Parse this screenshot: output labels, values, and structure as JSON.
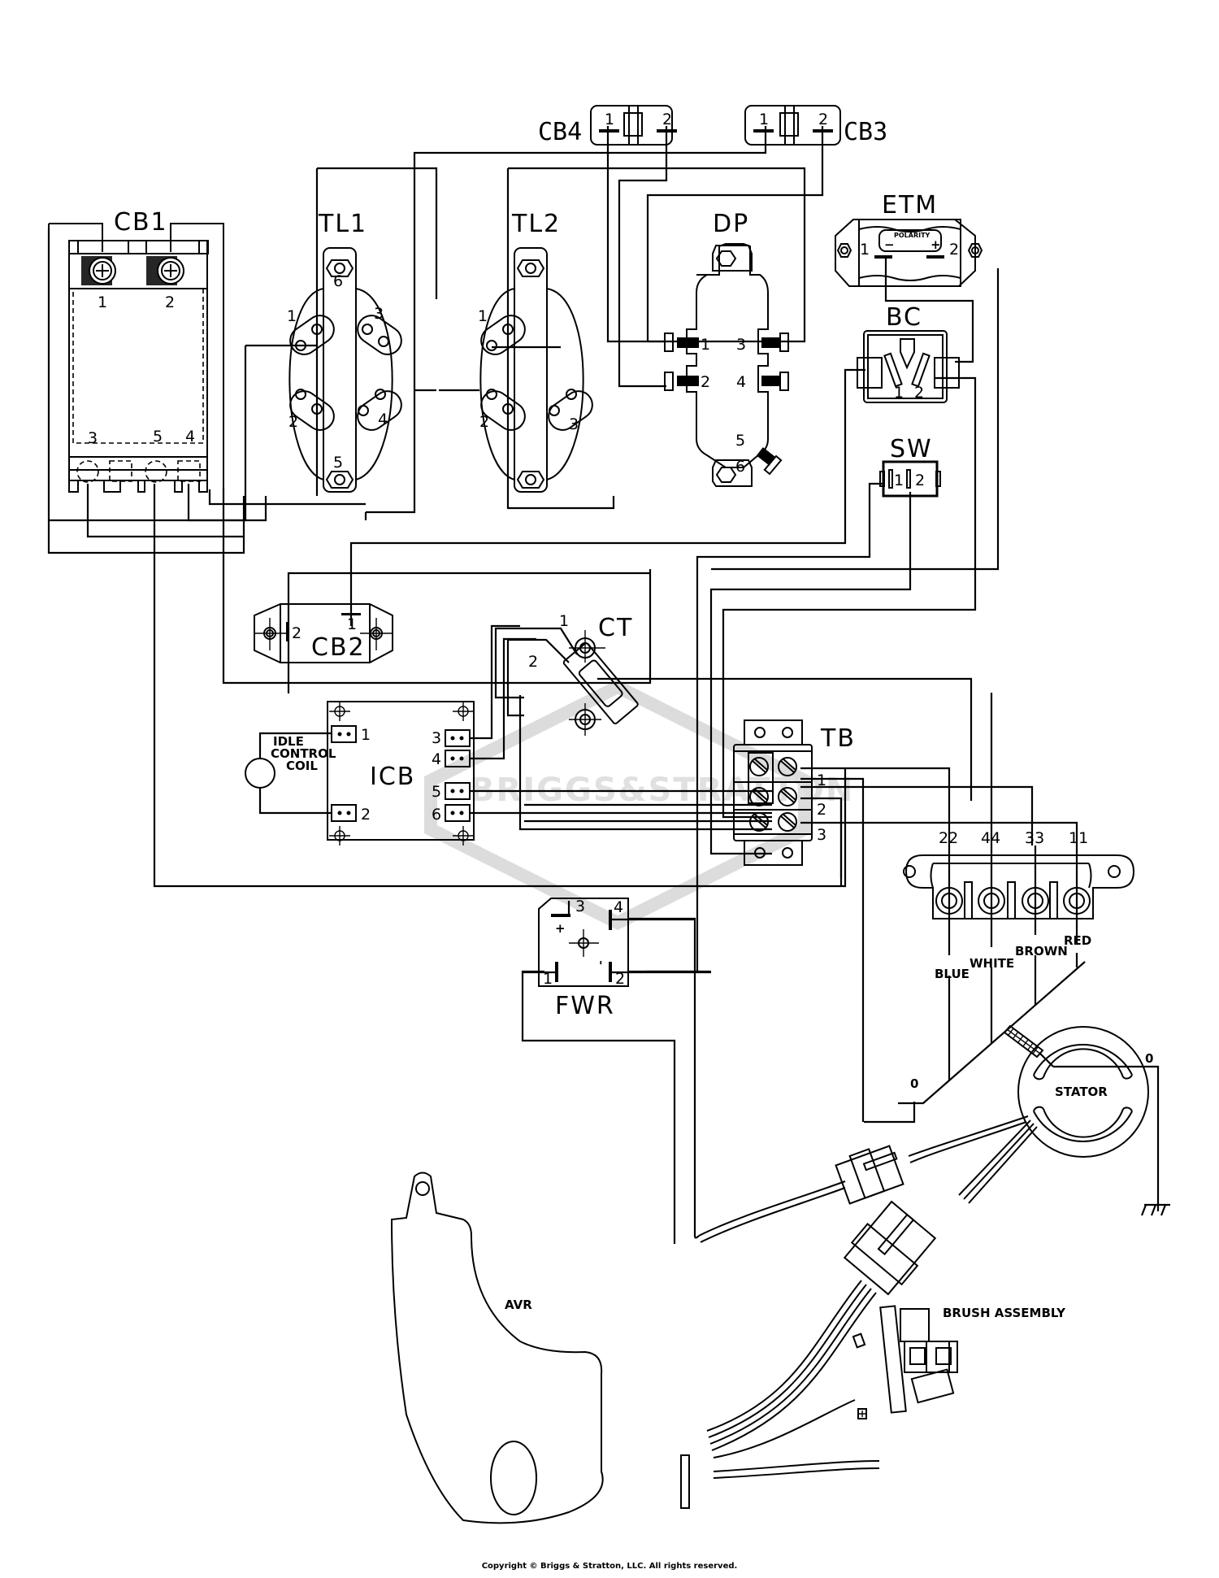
{
  "components": {
    "cb1": {
      "label": "CB1",
      "pins": [
        "1",
        "2",
        "3",
        "5",
        "4"
      ]
    },
    "cb2": {
      "label": "CB2",
      "pins": [
        "1",
        "2"
      ]
    },
    "cb3": {
      "label": "CB3",
      "pins": [
        "1",
        "2"
      ]
    },
    "cb4": {
      "label": "CB4",
      "pins": [
        "1",
        "2"
      ]
    },
    "tl1": {
      "label": "TL1",
      "pins": [
        "1",
        "2",
        "3",
        "4",
        "5",
        "6"
      ]
    },
    "tl2": {
      "label": "TL2",
      "pins": [
        "1",
        "2",
        "3"
      ]
    },
    "dp": {
      "label": "DP",
      "pins": [
        "1",
        "2",
        "3",
        "4",
        "5",
        "6"
      ]
    },
    "etm": {
      "label": "ETM",
      "polarity_label": "POLARITY",
      "minus": "−",
      "plus": "+",
      "pins": [
        "1",
        "2"
      ]
    },
    "bc": {
      "label": "BC",
      "pins": [
        "1",
        "2"
      ]
    },
    "sw": {
      "label": "SW",
      "pins": [
        "1",
        "2"
      ]
    },
    "ct": {
      "label": "CT",
      "pins": [
        "1",
        "2"
      ]
    },
    "icb": {
      "label": "ICB",
      "pins": [
        "1",
        "2",
        "3",
        "4",
        "5",
        "6"
      ]
    },
    "idle_coil": {
      "line1": "IDLE",
      "line2": "CONTROL",
      "line3": "COIL"
    },
    "tb": {
      "label": "TB",
      "pins": [
        "1",
        "2",
        "3"
      ]
    },
    "fwr": {
      "label": "FWR",
      "pins": [
        "3",
        "4",
        "1",
        "2"
      ],
      "plus": "+",
      "minus": "'"
    },
    "terminal_strip": {
      "terminals": [
        "22",
        "44",
        "33",
        "11"
      ]
    },
    "wire_colors": [
      "BLUE",
      "WHITE",
      "BROWN",
      "RED"
    ],
    "stator": {
      "label": "STATOR",
      "zero_left": "0",
      "zero_right": "0"
    },
    "avr": {
      "label": "AVR"
    },
    "brush_assembly": {
      "label": "BRUSH ASSEMBLY"
    }
  },
  "watermark": "BRIGGS&STRATTON",
  "copyright": "Copyright © Briggs & Stratton, LLC. All rights reserved."
}
